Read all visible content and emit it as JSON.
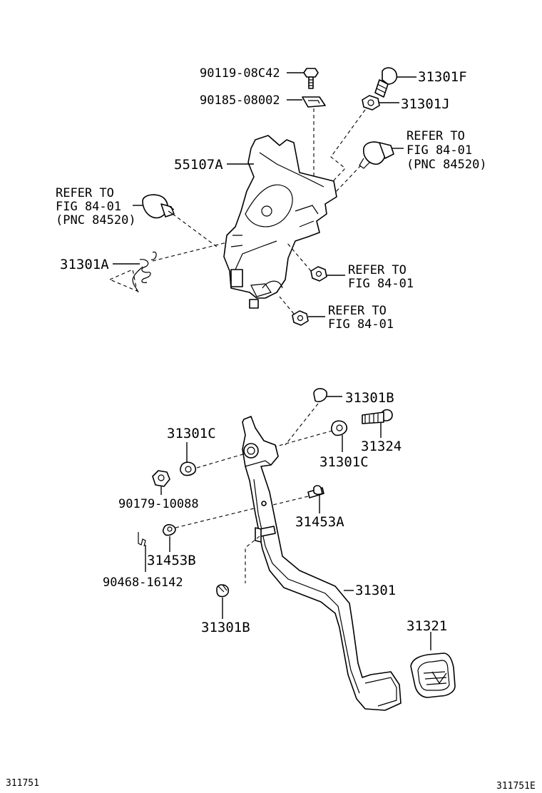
{
  "labels": {
    "bolt_90119": "90119-08C42",
    "nut_90185": "90185-08002",
    "bracket_55107A": "55107A",
    "stopper_31301F": "31301F",
    "nut_31301J": "31301J",
    "spring_31301A": "31301A",
    "cushion_31301B_top": "31301B",
    "cushion_31301B_bottom": "31301B",
    "bushing_31301C_left": "31301C",
    "bushing_31301C_right": "31301C",
    "bolt_31324": "31324",
    "nut_90179": "90179-10088",
    "pin_31453A": "31453A",
    "bushing_31453B": "31453B",
    "clip_90468": "90468-16142",
    "pedal_31301": "31301",
    "pad_31321": "31321"
  },
  "refs": {
    "switch_right": [
      "REFER TO",
      "FIG 84-01",
      "(PNC 84520)"
    ],
    "switch_left": [
      "REFER TO",
      "FIG 84-01",
      "(PNC 84520)"
    ],
    "nut_right_upper": [
      "REFER TO",
      "FIG 84-01"
    ],
    "nut_right_lower": [
      "REFER TO",
      "FIG 84-01"
    ]
  },
  "footer": {
    "left_code": "311751",
    "right_code": "311751E"
  }
}
